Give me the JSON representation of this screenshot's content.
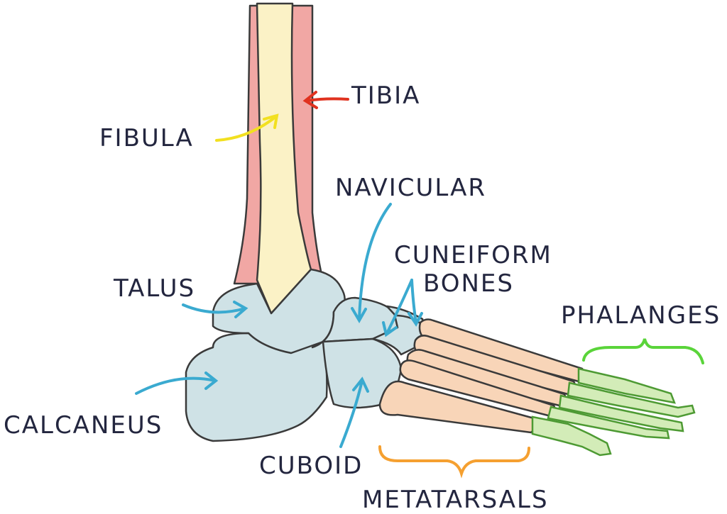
{
  "title": "Bones of the foot and ankle",
  "labels": {
    "tibia": "TIBIA",
    "fibula": "FIBULA",
    "navicular": "NAVICULAR",
    "cuneiform_line1": "CUNEIFORM",
    "cuneiform_line2": "BONES",
    "talus": "TALUS",
    "phalanges": "PHALANGES",
    "calcaneus": "CALCANEUS",
    "cuboid": "CUBOID",
    "metatarsals": "METATARSALS"
  },
  "colors": {
    "tibia": "#f1a7a4",
    "fibula": "#fbf2c6",
    "tarsals": "#cfe2e6",
    "metatarsals": "#f8d5b8",
    "phalanges": "#d3ecb8",
    "phalanges_stroke": "#4d9a33",
    "arrow_blue": "#3aaad0",
    "arrow_red": "#e0321f",
    "arrow_yellow": "#f2e020",
    "brace_green": "#5ad43a",
    "brace_orange": "#f5a030",
    "text": "#23263f"
  }
}
